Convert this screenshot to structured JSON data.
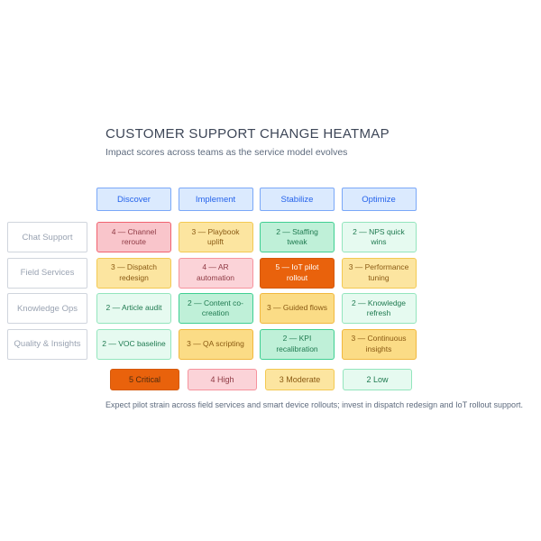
{
  "title": "CUSTOMER SUPPORT CHANGE HEATMAP",
  "subtitle": "Impact scores across teams as the service model evolves",
  "footer": "Expect pilot strain across field services and smart device rollouts; invest in dispatch redesign and IoT rollout support.",
  "columns": [
    {
      "label": "Discover"
    },
    {
      "label": "Implement"
    },
    {
      "label": "Stabilize"
    },
    {
      "label": "Optimize"
    }
  ],
  "rows": [
    {
      "label": "Chat Support"
    },
    {
      "label": "Field Services"
    },
    {
      "label": "Knowledge Ops"
    },
    {
      "label": "Quality & Insights"
    }
  ],
  "cells": [
    {
      "row": "Chat Support",
      "column": "Discover",
      "score": 4,
      "label": "Channel reroute",
      "display": "4 — Channel reroute",
      "tone": "pink-strong"
    },
    {
      "row": "Chat Support",
      "column": "Implement",
      "score": 3,
      "label": "Playbook uplift",
      "display": "3 — Playbook uplift",
      "tone": "yellow-soft"
    },
    {
      "row": "Chat Support",
      "column": "Stabilize",
      "score": 2,
      "label": "Staffing tweak",
      "display": "2 — Staffing tweak",
      "tone": "green-strong"
    },
    {
      "row": "Chat Support",
      "column": "Optimize",
      "score": 2,
      "label": "NPS quick wins",
      "display": "2 — NPS quick wins",
      "tone": "green-soft"
    },
    {
      "row": "Field Services",
      "column": "Discover",
      "score": 3,
      "label": "Dispatch redesign",
      "display": "3 — Dispatch redesign",
      "tone": "yellow-soft"
    },
    {
      "row": "Field Services",
      "column": "Implement",
      "score": 4,
      "label": "AR automation",
      "display": "4 — AR automation",
      "tone": "pink-soft"
    },
    {
      "row": "Field Services",
      "column": "Stabilize",
      "score": 5,
      "label": "IoT pilot rollout",
      "display": "5 — IoT pilot rollout",
      "tone": "orange"
    },
    {
      "row": "Field Services",
      "column": "Optimize",
      "score": 3,
      "label": "Performance tuning",
      "display": "3 — Performance tuning",
      "tone": "yellow-soft"
    },
    {
      "row": "Knowledge Ops",
      "column": "Discover",
      "score": 2,
      "label": "Article audit",
      "display": "2 — Article audit",
      "tone": "green-soft"
    },
    {
      "row": "Knowledge Ops",
      "column": "Implement",
      "score": 2,
      "label": "Content co-creation",
      "display": "2 — Content co-creation",
      "tone": "green-strong"
    },
    {
      "row": "Knowledge Ops",
      "column": "Stabilize",
      "score": 3,
      "label": "Guided flows",
      "display": "3 — Guided flows",
      "tone": "yellow-strong"
    },
    {
      "row": "Knowledge Ops",
      "column": "Optimize",
      "score": 2,
      "label": "Knowledge refresh",
      "display": "2 — Knowledge refresh",
      "tone": "green-soft"
    },
    {
      "row": "Quality & Insights",
      "column": "Discover",
      "score": 2,
      "label": "VOC baseline",
      "display": "2 — VOC baseline",
      "tone": "green-soft"
    },
    {
      "row": "Quality & Insights",
      "column": "Implement",
      "score": 3,
      "label": "QA scripting",
      "display": "3 — QA scripting",
      "tone": "yellow-strong"
    },
    {
      "row": "Quality & Insights",
      "column": "Stabilize",
      "score": 2,
      "label": "KPI recalibration",
      "display": "2 — KPI recalibration",
      "tone": "green-strong"
    },
    {
      "row": "Quality & Insights",
      "column": "Optimize",
      "score": 3,
      "label": "Continuous insights",
      "display": "3 — Continuous insights",
      "tone": "yellow-strong"
    }
  ],
  "legend": [
    {
      "label": "5 Critical",
      "tone": "orange"
    },
    {
      "label": "4 High",
      "tone": "pink-soft"
    },
    {
      "label": "3 Moderate",
      "tone": "yellow-soft"
    },
    {
      "label": "2 Low",
      "tone": "green-soft"
    }
  ],
  "colors": {
    "title_text": "#3d4657",
    "muted_text": "#5e6b7e",
    "header_bg": "#dbeafe",
    "header_border": "#7aa8f8",
    "header_text": "#2563eb",
    "row_label_border": "#d0d5dd",
    "row_label_text": "#9aa3b2",
    "pink_strong_bg": "#f9c5cb",
    "pink_strong_border": "#f1626f",
    "pink_soft_bg": "#fbd3d8",
    "pink_soft_border": "#f6939d",
    "pink_text": "#8f3a44",
    "yellow_soft_bg": "#fce5a0",
    "yellow_soft_border": "#f3c952",
    "yellow_strong_bg": "#fbdc86",
    "yellow_strong_border": "#f1b83e",
    "yellow_text": "#8a5a13",
    "green_soft_bg": "#e6faf0",
    "green_soft_border": "#93e5bd",
    "green_strong_bg": "#bff0d8",
    "green_strong_border": "#3fcf92",
    "green_text": "#1f7a50",
    "orange_bg": "#e9620c",
    "orange_border": "#d5590b",
    "orange_cell_text": "#ffffff",
    "orange_legend_text": "#4f2c10"
  },
  "chart_data": {
    "type": "heatmap",
    "title": "CUSTOMER SUPPORT CHANGE HEATMAP",
    "subtitle": "Impact scores across teams as the service model evolves",
    "columns": [
      "Discover",
      "Implement",
      "Stabilize",
      "Optimize"
    ],
    "rows": [
      "Chat Support",
      "Field Services",
      "Knowledge Ops",
      "Quality & Insights"
    ],
    "values": [
      [
        4,
        3,
        2,
        2
      ],
      [
        3,
        4,
        5,
        3
      ],
      [
        2,
        2,
        3,
        2
      ],
      [
        2,
        3,
        2,
        3
      ]
    ],
    "cell_labels": [
      [
        "Channel reroute",
        "Playbook uplift",
        "Staffing tweak",
        "NPS quick wins"
      ],
      [
        "Dispatch redesign",
        "AR automation",
        "IoT pilot rollout",
        "Performance tuning"
      ],
      [
        "Article audit",
        "Content co-creation",
        "Guided flows",
        "Knowledge refresh"
      ],
      [
        "VOC baseline",
        "QA scripting",
        "KPI recalibration",
        "Continuous insights"
      ]
    ],
    "value_range": [
      2,
      5
    ],
    "legend_entries": [
      "5 Critical",
      "4 High",
      "3 Moderate",
      "2 Low"
    ],
    "legend_position": "bottom",
    "annotation": "Expect pilot strain across field services and smart device rollouts; invest in dispatch redesign and IoT rollout support."
  }
}
